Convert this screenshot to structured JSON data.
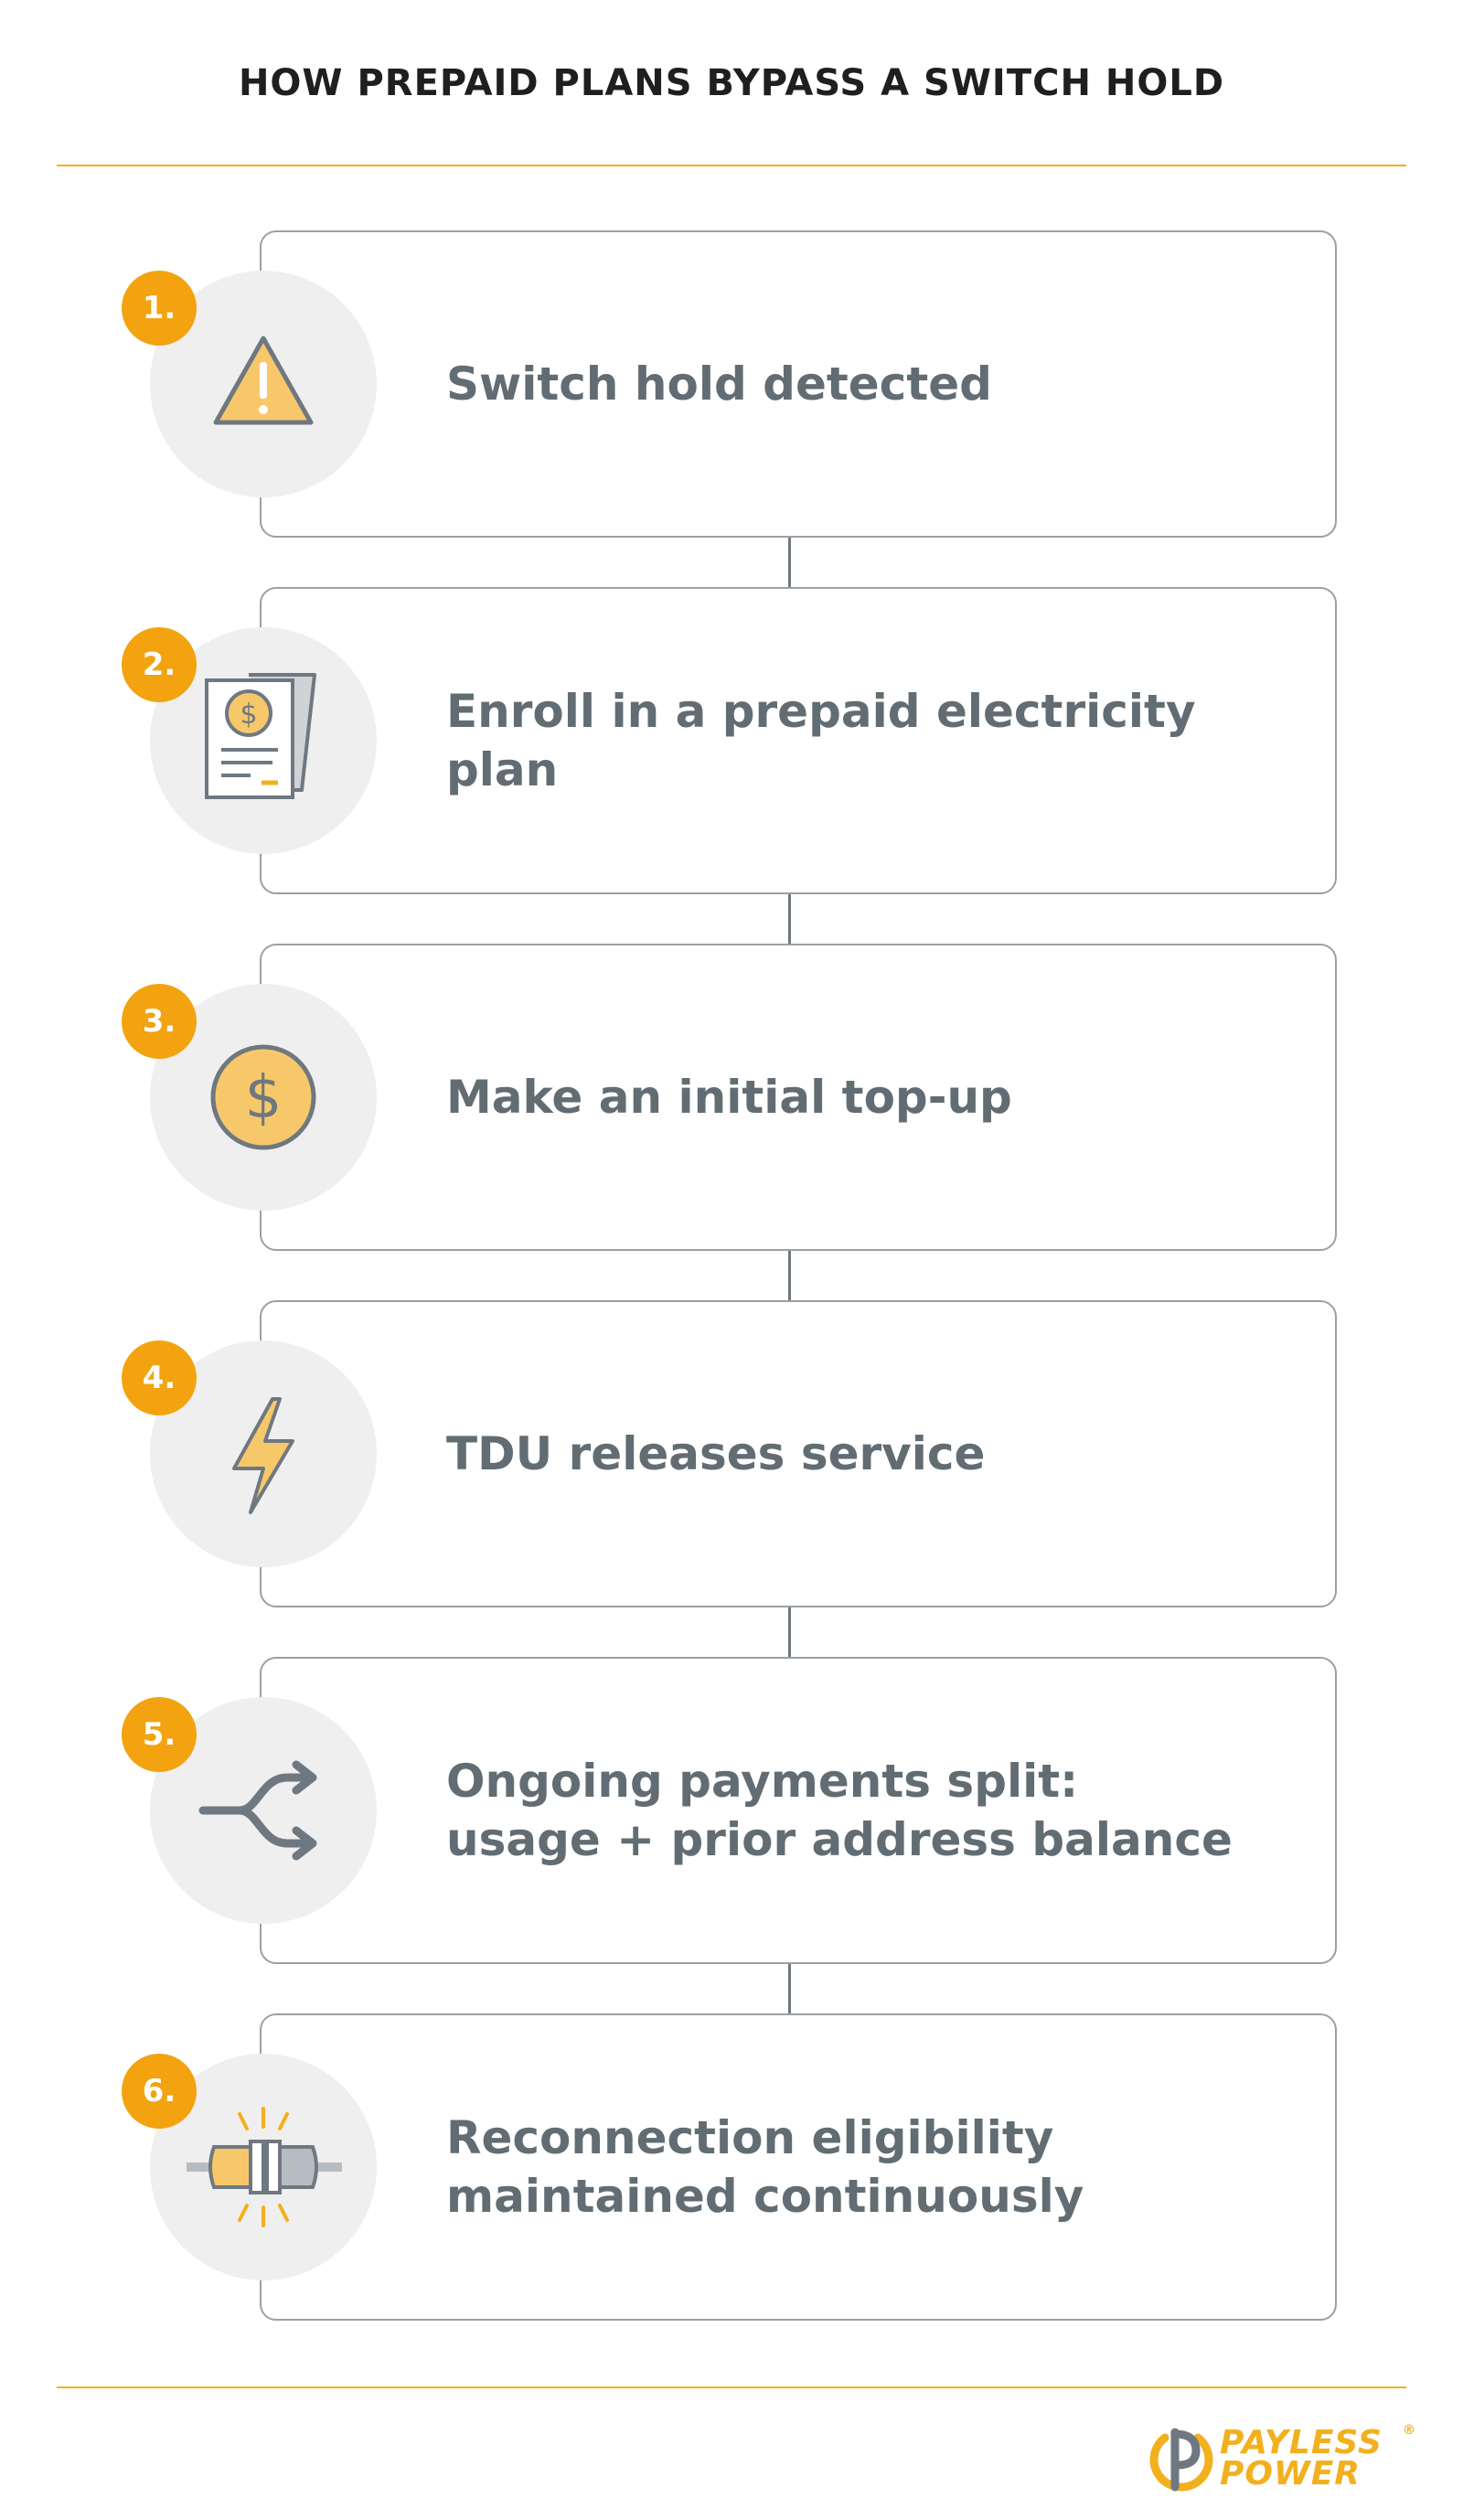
{
  "title": "HOW PREPAID PLANS BYPASS A SWITCH HOLD",
  "steps": [
    {
      "number": "1.",
      "text": "Switch hold detected",
      "icon": "warning-icon"
    },
    {
      "number": "2.",
      "text": "Enroll in a prepaid electricity plan",
      "icon": "document-dollar-icon"
    },
    {
      "number": "3.",
      "text": "Make an initial top-up",
      "icon": "dollar-coin-icon"
    },
    {
      "number": "4.",
      "text": "TDU releases service",
      "icon": "lightning-bolt-icon"
    },
    {
      "number": "5.",
      "text": "Ongoing payments split:\nusage + prior address balance",
      "icon": "split-arrows-icon"
    },
    {
      "number": "6.",
      "text": "Reconnection eligibility\nmaintained continuously",
      "icon": "plug-connection-icon"
    }
  ],
  "logo": {
    "line1": "PAYLESS",
    "line2": "POWER",
    "registered": "®"
  },
  "colors": {
    "accent": "#f2a30f",
    "rule": "#f2b01e",
    "text": "#626c73",
    "icon_stroke": "#6f7880",
    "icon_fill": "#f7c86a",
    "circle": "#efefef"
  }
}
